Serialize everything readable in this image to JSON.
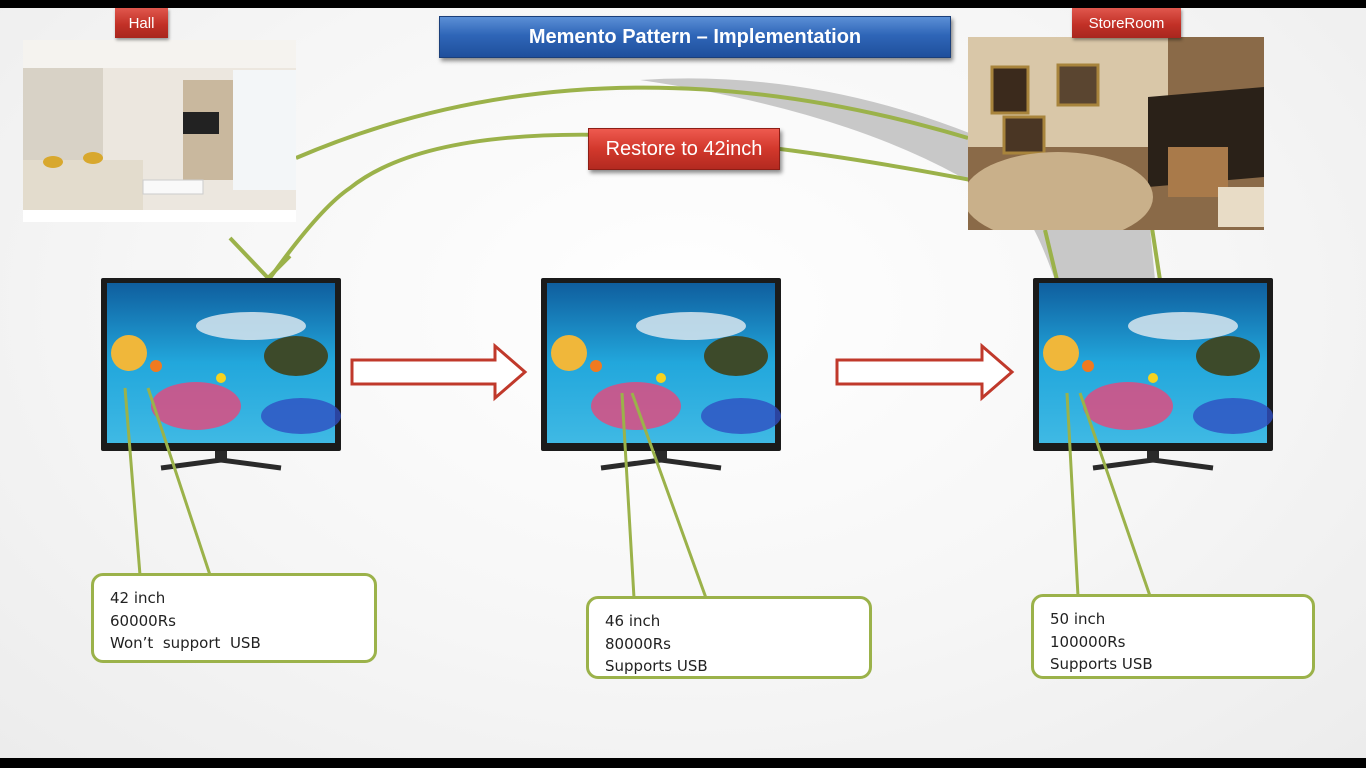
{
  "title": "Memento Pattern – Implementation",
  "tags": {
    "hall": "Hall",
    "storeroom": "StoreRoom"
  },
  "restore_button": "Restore to 42inch",
  "tvs": [
    {
      "size": "42 inch",
      "price": "60000Rs",
      "usb": "Won’t  support  USB"
    },
    {
      "size": "46 inch",
      "price": "80000Rs",
      "usb": "Supports USB"
    },
    {
      "size": "50 inch",
      "price": "100000Rs",
      "usb": "Supports USB"
    }
  ],
  "colors": {
    "title_banner": "#2f66b8",
    "tag_red": "#c23127",
    "connector_green": "#9bb24a",
    "arrow_red": "#c0392b",
    "tv_screen": "#1fa6d8"
  },
  "icons": [
    "hall-photo",
    "storeroom-photo",
    "tv-icon",
    "right-arrow-icon"
  ]
}
